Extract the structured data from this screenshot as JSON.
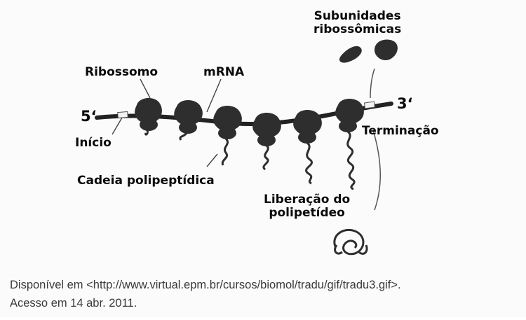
{
  "labels": {
    "subunidades": [
      "Subunidades",
      "ribossômicas"
    ],
    "ribossomo": "Ribossomo",
    "mrna": "mRNA",
    "five_prime": "5‘",
    "three_prime": "3‘",
    "inicio": "Início",
    "terminacao": "Terminação",
    "cadeia": "Cadeia polipeptídica",
    "liberacao": [
      "Liberação do",
      "polipetídeo"
    ]
  },
  "source": {
    "line1": "Disponível em <http://www.virtual.epm.br/cursos/biomol/tradu/gif/tradu3.gif>.",
    "line2": "Acesso em 14 abr. 2011."
  },
  "colors": {
    "ink": "#2b2b2b",
    "label": "#0a0a0a",
    "source_text": "#3a3a3a"
  }
}
